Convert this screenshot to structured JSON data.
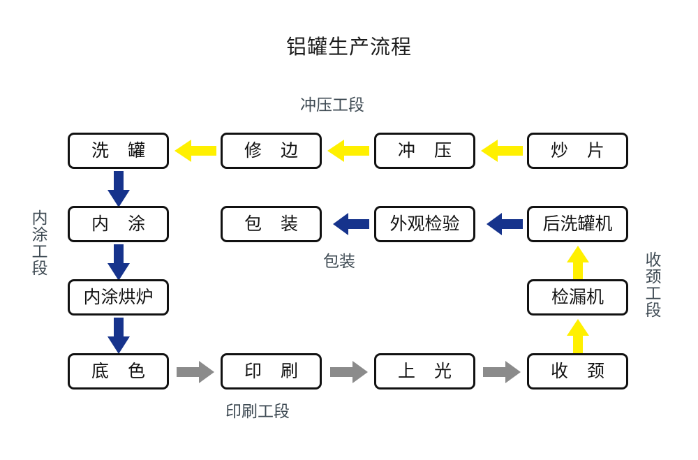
{
  "page": {
    "title": "铝罐生产流程",
    "background": "#ffffff"
  },
  "colors": {
    "yellow_arrow": "#FFF000",
    "blue_arrow": "#16338C",
    "gray_arrow": "#8B8B8B",
    "box_border": "#111111",
    "box_text": "#111111",
    "section_label": "#3E4A53",
    "title_text": "#1C1C1C"
  },
  "diagram": {
    "type": "flowchart",
    "nodes": [
      {
        "id": "n-xiguan",
        "label": "洗 罐",
        "row": 1,
        "col": 1
      },
      {
        "id": "n-xiubian",
        "label": "修 边",
        "row": 1,
        "col": 2
      },
      {
        "id": "n-chongya",
        "label": "冲 压",
        "row": 1,
        "col": 3
      },
      {
        "id": "n-chaopian",
        "label": "炒 片",
        "row": 1,
        "col": 4
      },
      {
        "id": "n-neitu",
        "label": "内 涂",
        "row": 2,
        "col": 1
      },
      {
        "id": "n-baozhuang",
        "label": "包 装",
        "row": 2,
        "col": 2
      },
      {
        "id": "n-waiguan",
        "label": "外观检验",
        "row": 2,
        "col": 3
      },
      {
        "id": "n-houxi",
        "label": "后洗罐机",
        "row": 2,
        "col": 4
      },
      {
        "id": "n-honglu",
        "label": "内涂烘炉",
        "row": 3,
        "col": 1
      },
      {
        "id": "n-jianlou",
        "label": "检漏机",
        "row": 3,
        "col": 4
      },
      {
        "id": "n-dise",
        "label": "底 色",
        "row": 4,
        "col": 1
      },
      {
        "id": "n-yinshua",
        "label": "印 刷",
        "row": 4,
        "col": 2
      },
      {
        "id": "n-shangguang",
        "label": "上 光",
        "row": 4,
        "col": 3
      },
      {
        "id": "n-shoujing",
        "label": "收 颈",
        "row": 4,
        "col": 4
      }
    ],
    "edges": [
      {
        "id": "e-chaopian-chongya",
        "from": "n-chaopian",
        "to": "n-chongya",
        "color": "yellow",
        "direction": "left"
      },
      {
        "id": "e-chongya-xiubian",
        "from": "n-chongya",
        "to": "n-xiubian",
        "color": "yellow",
        "direction": "left"
      },
      {
        "id": "e-xiubian-xiguan",
        "from": "n-xiubian",
        "to": "n-xiguan",
        "color": "yellow",
        "direction": "left"
      },
      {
        "id": "e-xiguan-neitu",
        "from": "n-xiguan",
        "to": "n-neitu",
        "color": "blue",
        "direction": "down"
      },
      {
        "id": "e-neitu-honglu",
        "from": "n-neitu",
        "to": "n-honglu",
        "color": "blue",
        "direction": "down"
      },
      {
        "id": "e-honglu-dise",
        "from": "n-honglu",
        "to": "n-dise",
        "color": "blue",
        "direction": "down"
      },
      {
        "id": "e-dise-yinshua",
        "from": "n-dise",
        "to": "n-yinshua",
        "color": "gray",
        "direction": "right"
      },
      {
        "id": "e-yinshua-shangguang",
        "from": "n-yinshua",
        "to": "n-shangguang",
        "color": "gray",
        "direction": "right"
      },
      {
        "id": "e-shangguang-shoujing",
        "from": "n-shangguang",
        "to": "n-shoujing",
        "color": "gray",
        "direction": "right"
      },
      {
        "id": "e-shoujing-jianlou",
        "from": "n-shoujing",
        "to": "n-jianlou",
        "color": "yellow",
        "direction": "up"
      },
      {
        "id": "e-jianlou-houxi",
        "from": "n-jianlou",
        "to": "n-houxi",
        "color": "yellow",
        "direction": "up"
      },
      {
        "id": "e-houxi-waiguan",
        "from": "n-houxi",
        "to": "n-waiguan",
        "color": "blue",
        "direction": "left"
      },
      {
        "id": "e-waiguan-baozhuang",
        "from": "n-waiguan",
        "to": "n-baozhuang",
        "color": "blue",
        "direction": "left"
      }
    ],
    "section_labels": [
      {
        "id": "sec-chongya",
        "text": "冲压工段",
        "orientation": "horizontal"
      },
      {
        "id": "sec-baozhuang",
        "text": "包装",
        "orientation": "horizontal"
      },
      {
        "id": "sec-yinshua",
        "text": "印刷工段",
        "orientation": "horizontal"
      },
      {
        "id": "sec-neitu",
        "text": "内涂工段",
        "orientation": "vertical"
      },
      {
        "id": "sec-shoujing",
        "text": "收颈工段",
        "orientation": "vertical"
      }
    ]
  }
}
